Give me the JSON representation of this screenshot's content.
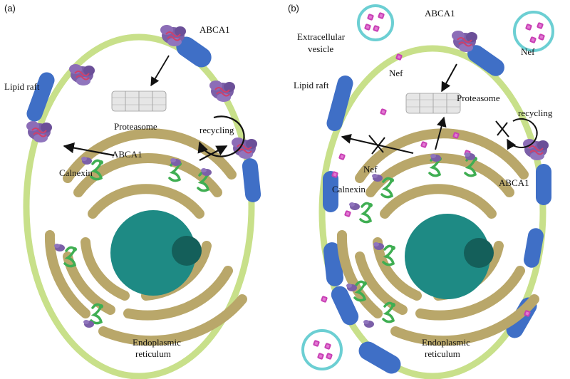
{
  "panel_a": {
    "tag": "(a)",
    "labels": {
      "abca1_top": "ABCA1",
      "lipid_raft": "Lipid raft",
      "proteasome": "Proteasome",
      "recycling": "recycling",
      "abca1_mid": "ABCA1",
      "calnexin": "Calnexin",
      "er_line1": "Endoplasmic",
      "er_line2": "reticulum"
    }
  },
  "panel_b": {
    "tag": "(b)",
    "labels": {
      "abca1_top": "ABCA1",
      "ev_line1": "Extracellular",
      "ev_line2": "vesicle",
      "nef_top_right": "Nef",
      "nef_mid": "Nef",
      "lipid_raft": "Lipid raft",
      "proteasome": "Proteasome",
      "recycling": "recycling",
      "nef_er": "Nef",
      "calnexin": "Calnexin",
      "abca1_right": "ABCA1",
      "er_line1": "Endoplasmic",
      "er_line2": "reticulum"
    }
  },
  "colors": {
    "membrane": "#c8e08a",
    "raft": "#3f6fc6",
    "er": "#b9a76a",
    "nucleus": "#1e8a84",
    "nucleolus": "#145f5a",
    "protein": "#7b5fa8",
    "calnexin": "#3fae52",
    "nef": "#c83fb4",
    "vesicle": "#6ccfd3"
  }
}
